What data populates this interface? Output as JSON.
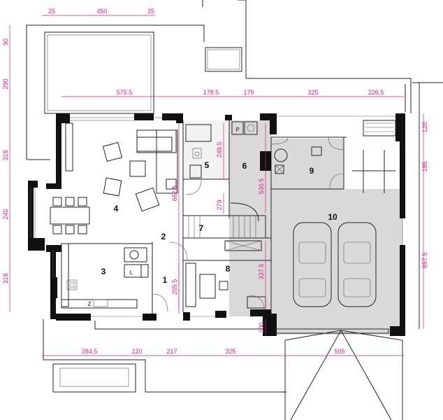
{
  "rooms": [
    {
      "id": "1",
      "label": "1"
    },
    {
      "id": "2",
      "label": "2"
    },
    {
      "id": "3",
      "label": "3"
    },
    {
      "id": "4",
      "label": "4"
    },
    {
      "id": "5",
      "label": "5"
    },
    {
      "id": "6",
      "label": "6"
    },
    {
      "id": "7",
      "label": "7"
    },
    {
      "id": "8",
      "label": "8"
    },
    {
      "id": "9",
      "label": "9"
    },
    {
      "id": "10",
      "label": "10"
    }
  ],
  "dims_top": [
    "25",
    "450",
    "25"
  ],
  "dims_upper": [
    "575.5",
    "178.5",
    "179",
    "325",
    "226.5"
  ],
  "dims_bottom": [
    "284.5",
    "120",
    "217",
    "325",
    "505"
  ],
  "dims_left": [
    "90",
    "290",
    "318",
    "240",
    "318"
  ],
  "dims_right": [
    "120",
    "185",
    "657.5"
  ],
  "dims_inner": [
    "249.5",
    "530.5",
    "662.5",
    "279",
    "337.5",
    "205.5",
    "100"
  ],
  "fixtures": {
    "p": "P",
    "l": "L",
    "z": "Z"
  },
  "colors": {
    "dimension": "#e0197d",
    "wall": "#111111",
    "floor_tile": "#d9d9d9"
  }
}
